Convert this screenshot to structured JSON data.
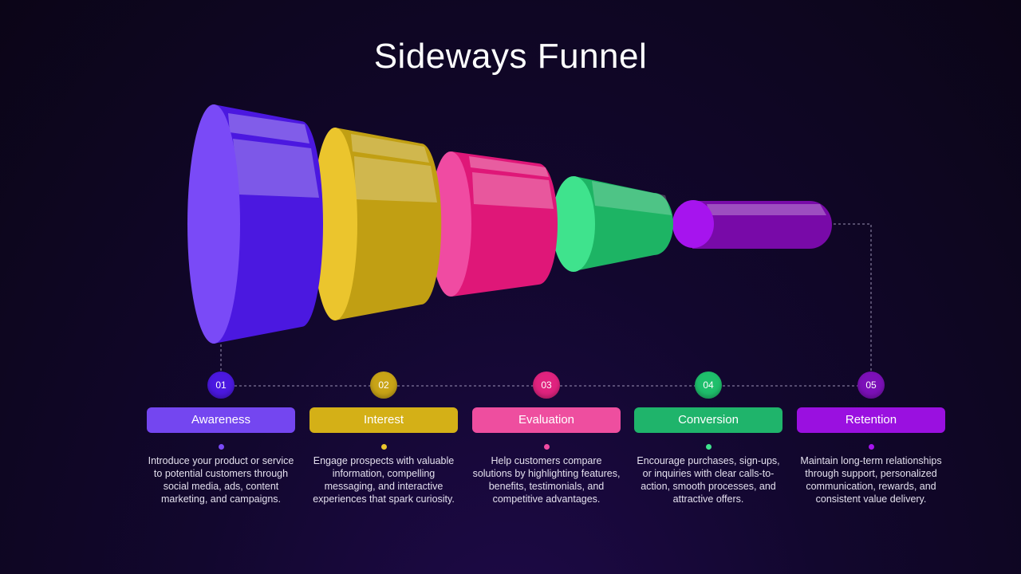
{
  "title": "Sideways Funnel",
  "colors": {
    "awareness": "#7446f0",
    "interest": "#d4b017",
    "evaluation": "#ee4e9f",
    "conversion": "#1fb46b",
    "retention": "#9a10e0"
  },
  "stages": [
    {
      "number": "01",
      "label": "Awareness",
      "description": "Introduce your product or service to potential customers through social media, ads, content marketing, and campaigns."
    },
    {
      "number": "02",
      "label": "Interest",
      "description": "Engage prospects with valuable information, compelling messaging, and interactive experiences that spark curiosity."
    },
    {
      "number": "03",
      "label": "Evaluation",
      "description": "Help customers compare solutions by highlighting features, benefits, testimonials, and competitive advantages."
    },
    {
      "number": "04",
      "label": "Conversion",
      "description": "Encourage purchases, sign-ups, or inquiries with clear calls-to-action, smooth processes, and attractive offers."
    },
    {
      "number": "05",
      "label": "Retention",
      "description": "Maintain long-term relationships through support, personalized communication, rewards, and consistent value delivery."
    }
  ]
}
